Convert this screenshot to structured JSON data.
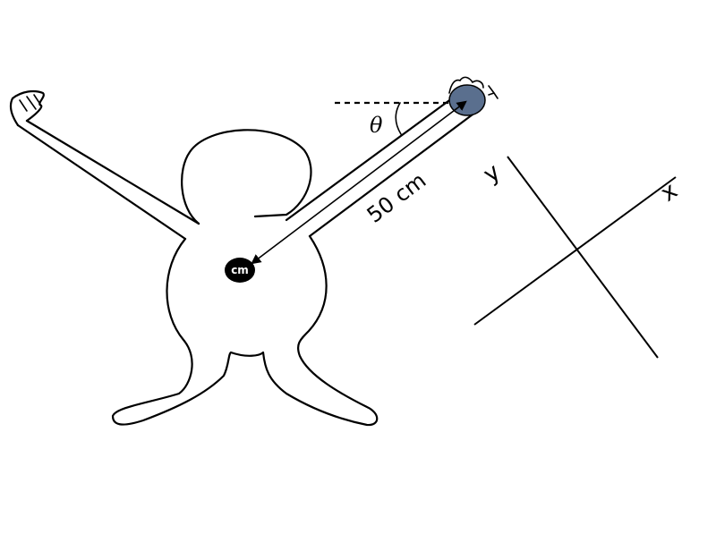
{
  "labels": {
    "distance": "50 cm",
    "angle": "θ",
    "center_of_mass": "cm",
    "x_axis": "x",
    "y_axis": "y"
  },
  "colors": {
    "hand_ball": "#5a6f8e",
    "outline": "#000000",
    "cm_dot": "#000000"
  }
}
